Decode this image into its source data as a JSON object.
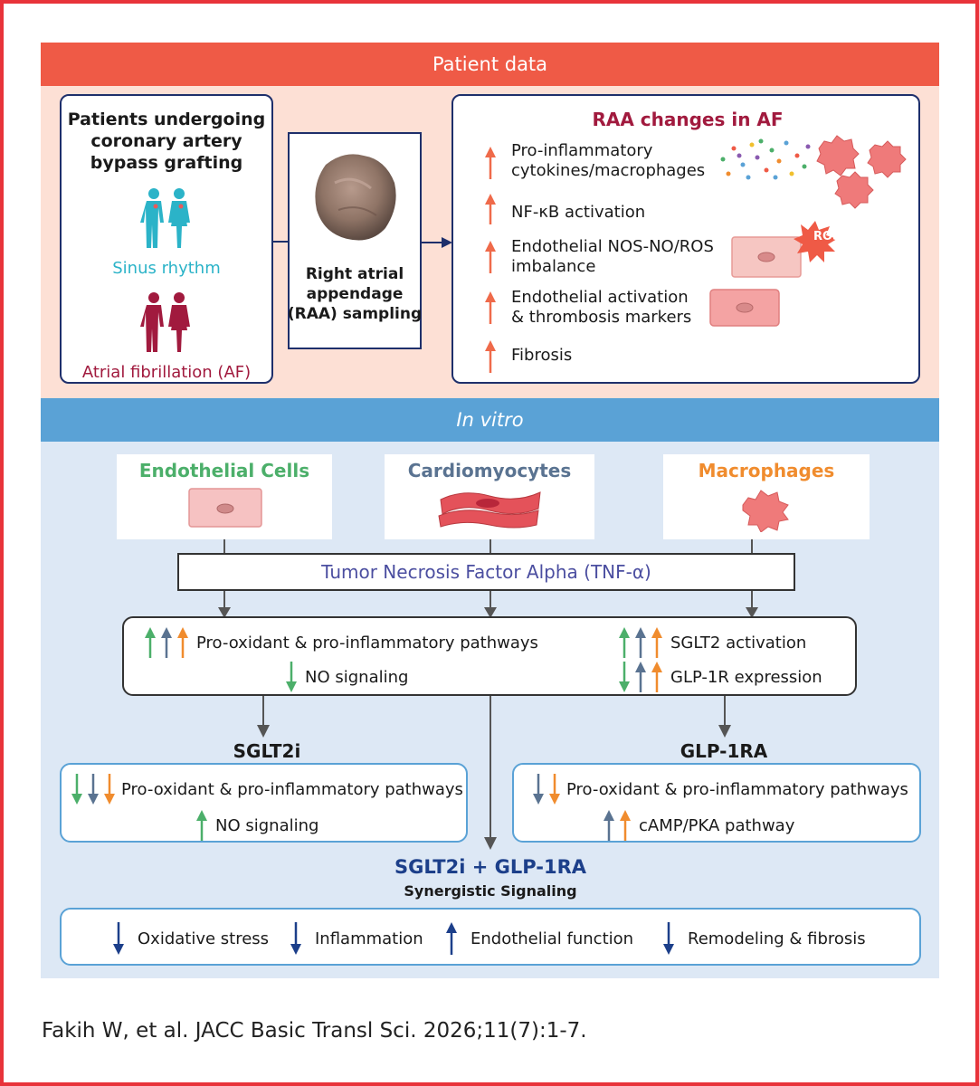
{
  "colors": {
    "frame": "#e8333a",
    "patient_bar": "#ef5a46",
    "patient_bg": "#fde0d5",
    "invitro_bar": "#5aa2d6",
    "invitro_bg": "#dde8f5",
    "navy": "#1e2f6b",
    "teal": "#2bb3c8",
    "crimson": "#a11a3e",
    "red_arrow": "#ef6a4a",
    "green": "#4caf6a",
    "slate": "#5a7391",
    "orange": "#f08c2e",
    "dark_blue": "#1c3f8a",
    "purple": "#4b4ea0"
  },
  "patient": {
    "bar_title": "Patient data",
    "box1": {
      "title_lines": [
        "Patients undergoing",
        "coronary artery",
        "bypass grafting"
      ],
      "sinus_label": "Sinus rhythm",
      "af_label": "Atrial fibrillation (AF)",
      "sinus_icon": "two-people-icon-teal",
      "af_icon": "two-people-icon-crimson"
    },
    "sampling": {
      "lines": [
        "Right atrial",
        "appendage",
        "(RAA) sampling"
      ],
      "image": "tissue-sample-image"
    },
    "changes": {
      "title": "RAA changes in AF",
      "items": [
        {
          "lines": [
            "Pro-inflammatory",
            "cytokines/macrophages"
          ],
          "icon": "up-arrow-icon"
        },
        {
          "lines": [
            "NF-κB activation"
          ],
          "icon": "up-arrow-icon"
        },
        {
          "lines": [
            "Endothelial NOS-NO/ROS",
            "imbalance"
          ],
          "icon": "up-arrow-icon"
        },
        {
          "lines": [
            "Endothelial activation",
            "& thrombosis markers"
          ],
          "icon": "up-arrow-icon"
        },
        {
          "lines": [
            "Fibrosis"
          ],
          "icon": "up-arrow-icon"
        }
      ],
      "ros_label": "ROS"
    }
  },
  "invitro": {
    "bar_title": "In vitro",
    "cells": [
      {
        "label": "Endothelial Cells",
        "color": "#4caf6a"
      },
      {
        "label": "Cardiomyocytes",
        "color": "#5a7391"
      },
      {
        "label": "Macrophages",
        "color": "#f08c2e"
      }
    ],
    "tnf_label": "Tumor Necrosis Factor Alpha (TNF-α)",
    "effects": {
      "left": [
        {
          "text": "Pro-oxidant & pro-inflammatory pathways",
          "arrows": [
            "up-green",
            "up-slate",
            "up-orange"
          ]
        },
        {
          "text": "NO signaling",
          "arrows": [
            "down-green"
          ]
        }
      ],
      "right": [
        {
          "text": "SGLT2 activation",
          "arrows": [
            "up-green",
            "up-slate",
            "up-orange"
          ]
        },
        {
          "text": "GLP-1R expression",
          "arrows": [
            "down-green",
            "up-slate",
            "up-orange"
          ]
        }
      ]
    },
    "sglt2i": {
      "title": "SGLT2i",
      "rows": [
        {
          "text": "Pro-oxidant & pro-inflammatory pathways",
          "arrows": [
            "down-green",
            "down-slate",
            "down-orange"
          ]
        },
        {
          "text": "NO signaling",
          "arrows": [
            "up-green"
          ]
        }
      ]
    },
    "glp1ra": {
      "title": "GLP-1RA",
      "rows": [
        {
          "text": "Pro-oxidant & pro-inflammatory pathways",
          "arrows": [
            "down-slate",
            "down-orange"
          ]
        },
        {
          "text": "cAMP/PKA pathway",
          "arrows": [
            "up-slate",
            "up-orange"
          ]
        }
      ]
    },
    "combo": {
      "title": "SGLT2i + GLP-1RA",
      "subtitle": "Synergistic Signaling",
      "outcomes": [
        {
          "text": "Oxidative stress",
          "arrow": "down"
        },
        {
          "text": "Inflammation",
          "arrow": "down"
        },
        {
          "text": "Endothelial function",
          "arrow": "up"
        },
        {
          "text": "Remodeling & fibrosis",
          "arrow": "down"
        }
      ]
    }
  },
  "citation": "Fakih W, et al. JACC Basic Transl Sci. 2026;11(7):1-7."
}
